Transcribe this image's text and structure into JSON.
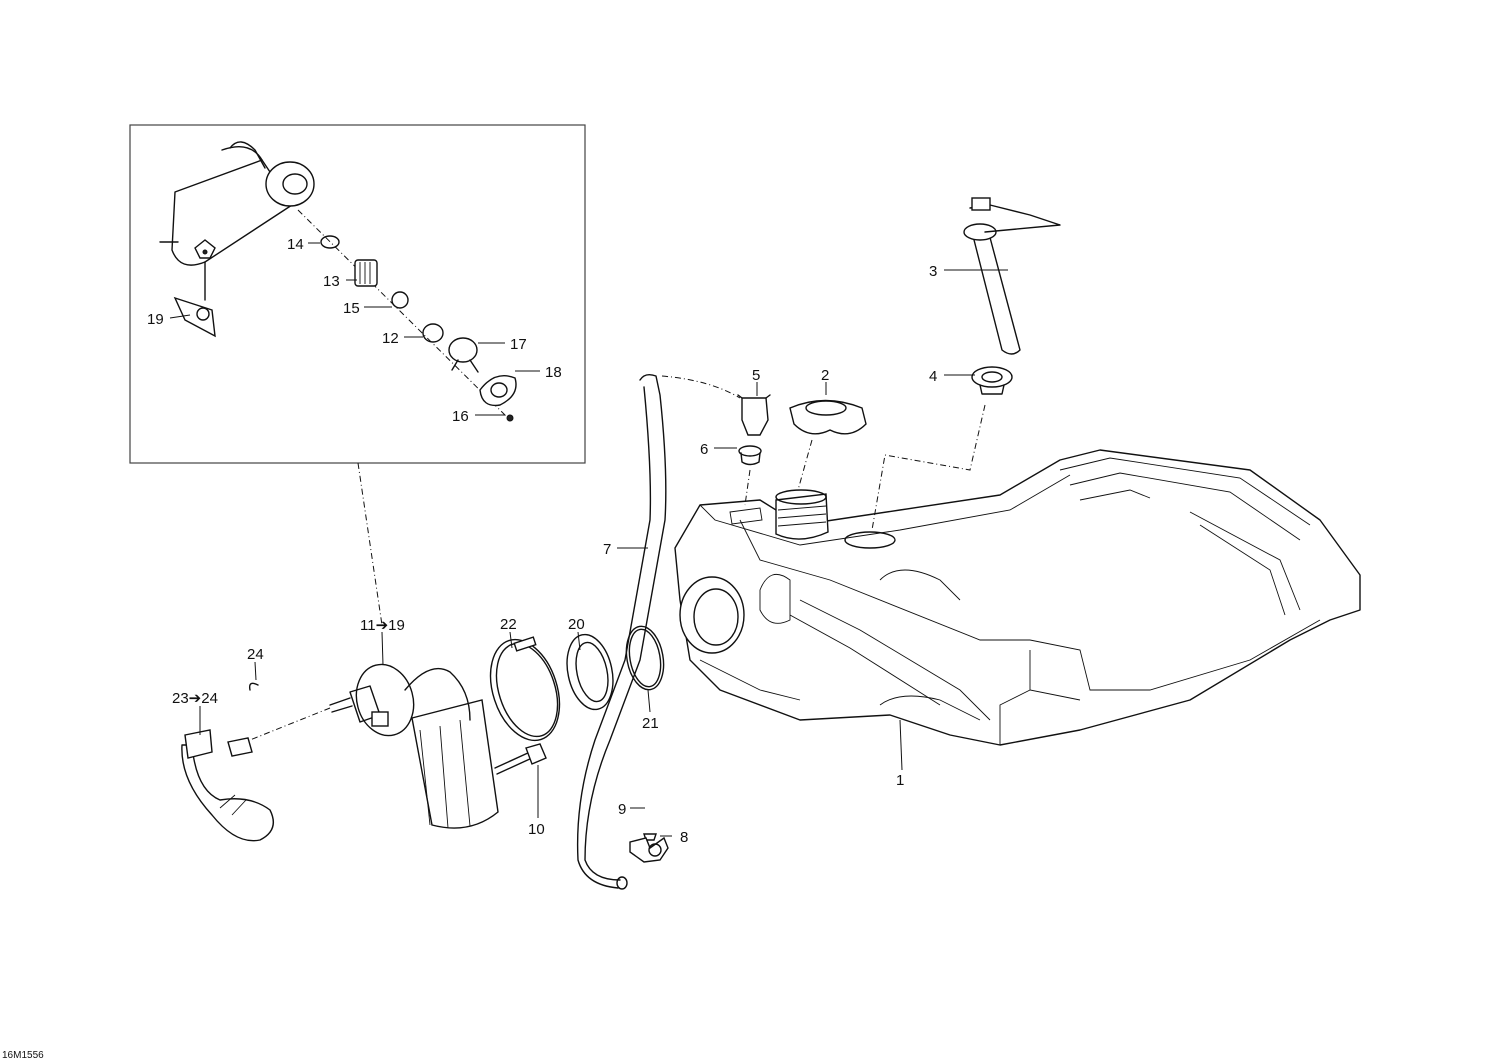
{
  "callouts": [
    {
      "id": "c1",
      "text": "1"
    },
    {
      "id": "c2",
      "text": "2"
    },
    {
      "id": "c3",
      "text": "3"
    },
    {
      "id": "c4",
      "text": "4"
    },
    {
      "id": "c5",
      "text": "5"
    },
    {
      "id": "c6",
      "text": "6"
    },
    {
      "id": "c7",
      "text": "7"
    },
    {
      "id": "c8",
      "text": "8"
    },
    {
      "id": "c9",
      "text": "9"
    },
    {
      "id": "c10",
      "text": "10"
    },
    {
      "id": "c11_19",
      "text": "11➔19"
    },
    {
      "id": "c12",
      "text": "12"
    },
    {
      "id": "c13",
      "text": "13"
    },
    {
      "id": "c14",
      "text": "14"
    },
    {
      "id": "c15",
      "text": "15"
    },
    {
      "id": "c16",
      "text": "16"
    },
    {
      "id": "c17",
      "text": "17"
    },
    {
      "id": "c18",
      "text": "18"
    },
    {
      "id": "c19",
      "text": "19"
    },
    {
      "id": "c20",
      "text": "20"
    },
    {
      "id": "c21",
      "text": "21"
    },
    {
      "id": "c22",
      "text": "22"
    },
    {
      "id": "c23_24",
      "text": "23➔24"
    },
    {
      "id": "c24",
      "text": "24"
    }
  ],
  "drawing_code": "16M1556"
}
